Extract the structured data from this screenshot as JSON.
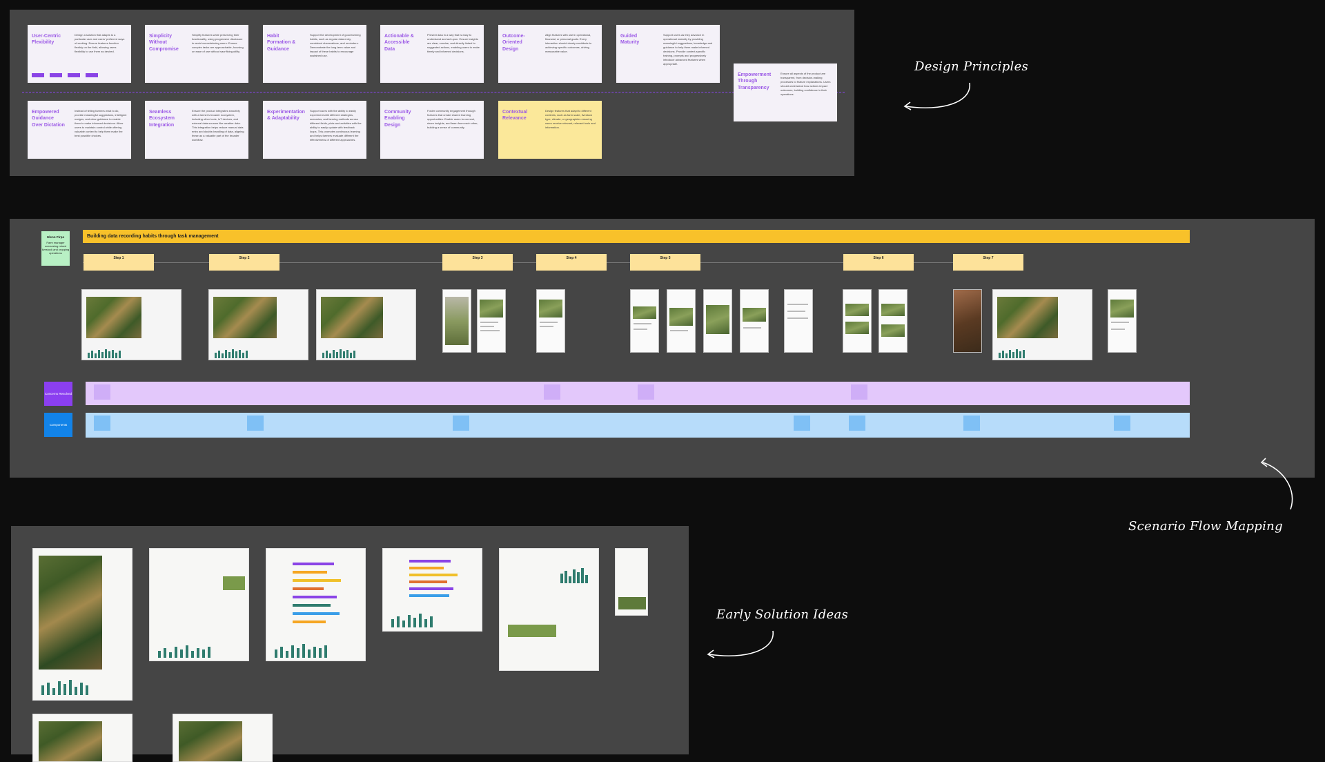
{
  "annotations": {
    "design_principles": "Design Principles",
    "scenario_flow": "Scenario Flow Mapping",
    "early_solutions": "Early Solution Ideas"
  },
  "principles": [
    {
      "title": "User-Centric Flexibility",
      "desc": "Design a solution that adapts to a particular user and users' preferred ways of working. Ensure features function flexibly on the field, allowing users flexibility to use them as desired.",
      "color": "purple"
    },
    {
      "title": "Simplicity Without Compromise",
      "desc": "Simplify features while preserving their functionality, using progressive disclosure to avoid overwhelming users. Ensure complex tasks are approachable, focusing on ease of use without sacrificing utility.",
      "color": "purple"
    },
    {
      "title": "Habit Formation & Guidance",
      "desc": "Support the development of good farming habits, such as regular data entry, consistent observations, and reminders. Demonstrate the long-term value and impact of these habits to encourage sustained use.",
      "color": "purple"
    },
    {
      "title": "Actionable & Accessible Data",
      "desc": "Present data in a way that is easy to understand and act upon. Ensure insights are clear, concise, and directly linked to suggested actions, enabling users to make timely and informed decisions.",
      "color": "purple"
    },
    {
      "title": "Outcome-Oriented Design",
      "desc": "Align features with users' operational, financial, or personal goals. Every interaction should clearly contribute to achieving specific outcomes, driving measurable value.",
      "color": "purple"
    },
    {
      "title": "Guided Maturity",
      "desc": "Support users as they advance in operational maturity by providing meaningful suggestions, knowledge and guidance to help them make informed decisions. Provide context-specific training, prompts and progressively introduce advanced features when appropriate.",
      "color": "purple"
    },
    {
      "title": "Empowered Guidance Over Dictation",
      "desc": "Instead of telling farmers what to do, provide meaningful suggestions, intelligent nudges, and clear guidance to enable them to make informed decisions. Allow users to maintain control while offering valuable context to help them make the best possible choices.",
      "color": "purple"
    },
    {
      "title": "Seamless Ecosystem Integration",
      "desc": "Ensure the product integrates smoothly with a farmer's broader ecosystem, including other tools, IoT devices, and external data sources like weather data. This integration helps reduce manual data entry and double-handling of data, aligning these as a valuable part of the broader workflow.",
      "color": "purple"
    },
    {
      "title": "Experimentation & Adaptability",
      "desc": "Support users with the ability to easily experiment with different strategies, scenarios, and farming methods across different fields, plots and activities with the ability to easily update with feedback loops. This promotes continuous learning and helps farmers evaluate different the effectiveness of different approaches.",
      "color": "purple"
    },
    {
      "title": "Community Enabling Design",
      "desc": "Foster community engagement through features that create shared learning opportunities. Enable users to connect, share insights, and learn from each other, building a sense of community.",
      "color": "purple"
    },
    {
      "title": "Contextual Relevance",
      "desc": "Design features that adapt to different contexts, such as farm scale, livestock type, climate, or geographies ensuring users receive relevant, relevant tools and information.",
      "color": "yellow"
    },
    {
      "title": "Empowerment Through Transparency",
      "desc": "Ensure all aspects of the product are transparent, from decision-making processes to feature explanations. Users should understand how actions impact outcomes, building confidence in their operations.",
      "color": "purple"
    }
  ],
  "flow": {
    "banner": "Building data recording habits through task management",
    "persona_title": "Glenn Pirpo",
    "persona_desc": "Farm manager overseeing mixed livestock and cropping operations",
    "steps": [
      "Step 1",
      "Step 2",
      "Step 3",
      "Step 4",
      "Step 5",
      "Step 6",
      "Step 7"
    ],
    "lanes": {
      "concerns": "Concerns Resolved",
      "components": "Components"
    }
  },
  "colors": {
    "canvas": "#0d0d0d",
    "frame": "#454545",
    "principle_title": "#9b59e6",
    "banner": "#f8c12a",
    "concerns_lane": "#e3c8fb",
    "components_lane": "#b7dcfa",
    "concerns_label": "#8b3ff0",
    "components_label": "#1283e8"
  }
}
